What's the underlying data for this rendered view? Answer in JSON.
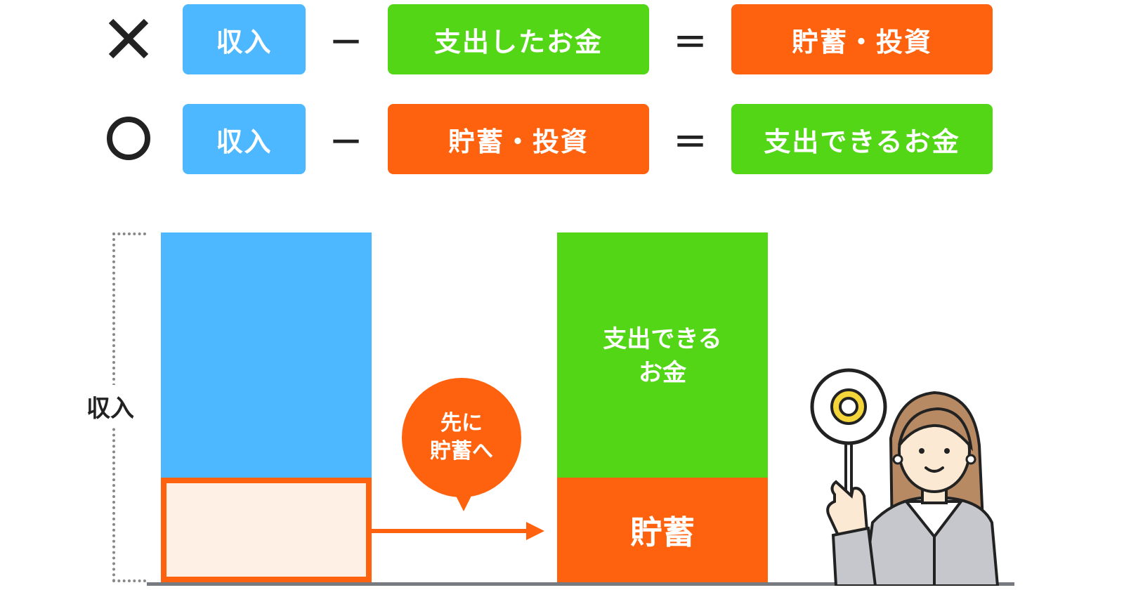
{
  "colors": {
    "income": "#4db8ff",
    "spending": "#52d615",
    "saving": "#ff620f",
    "saving_light": "#fff0e6",
    "ink": "#222222"
  },
  "rows": [
    {
      "mark": "wrong-mark-icon",
      "income": "収入",
      "minus": "－",
      "subtrahend": "支出したお金",
      "equals": "＝",
      "result": "貯蓄・投資"
    },
    {
      "mark": "correct-mark-icon",
      "income": "収入",
      "minus": "－",
      "subtrahend": "貯蓄・投資",
      "equals": "＝",
      "result": "支出できるお金"
    }
  ],
  "diagram": {
    "income_label": "収入",
    "bubble_text": "先に\n貯蓄へ",
    "spend_label": "支出できる\nお金",
    "saving_label": "貯蓄",
    "person_icon": "businesswoman-holding-circle-sign-icon"
  }
}
